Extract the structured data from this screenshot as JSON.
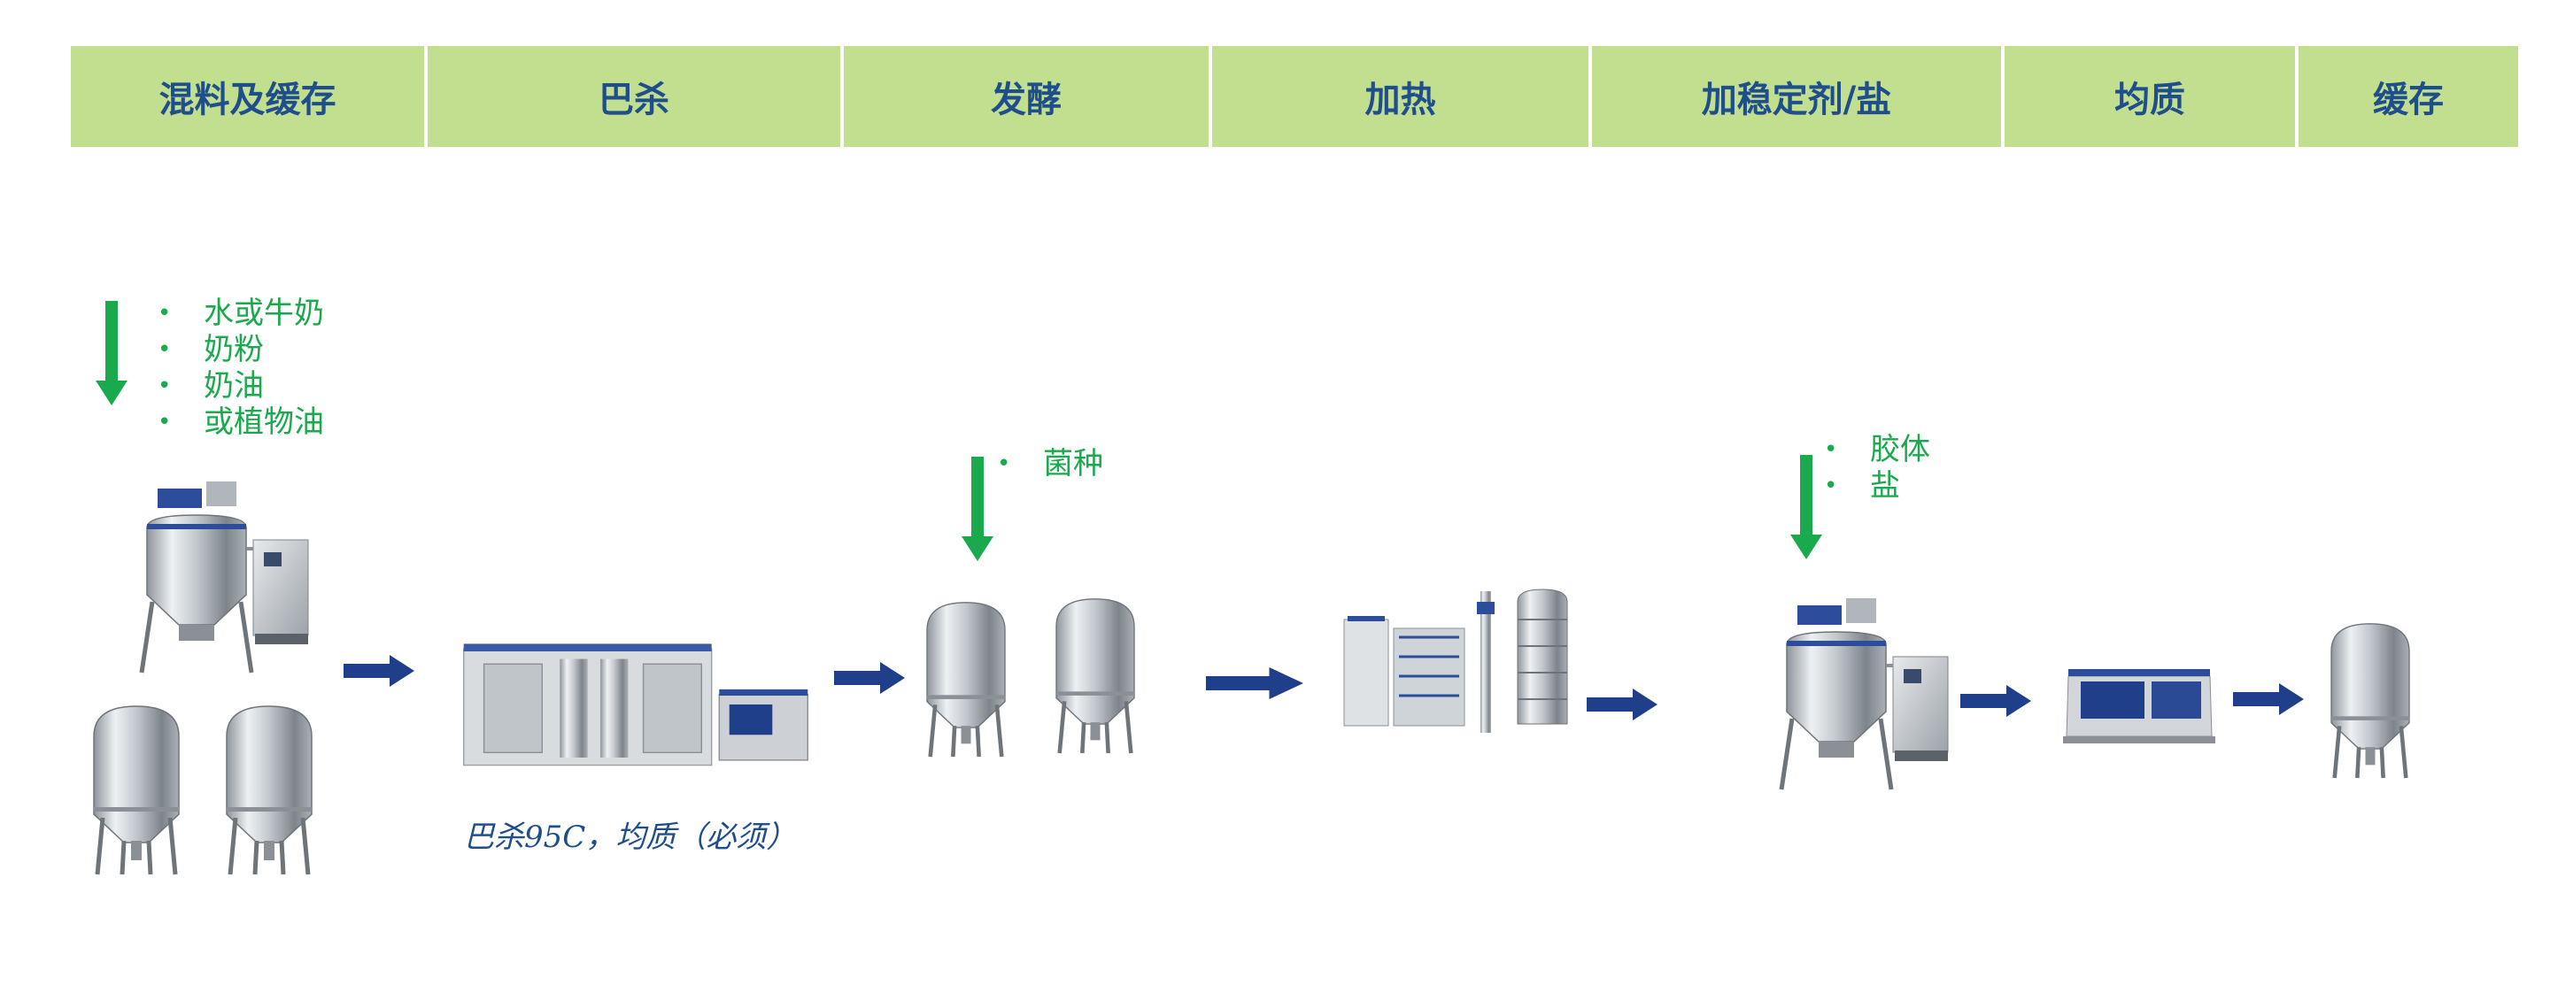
{
  "stages": [
    "混料及缓存",
    "巴杀",
    "发酵",
    "加热",
    "加稳定剂/盐",
    "均质",
    "缓存"
  ],
  "additions": {
    "mixing": [
      "水或牛奶",
      "奶粉",
      "奶油",
      "或植物油"
    ],
    "fermentation": [
      "菌种"
    ],
    "stabilizer": [
      "胶体",
      "盐"
    ]
  },
  "notes": {
    "pasteurization": "巴杀95C，均质（必须）"
  },
  "colors": {
    "stage_bg": "#c1df8f",
    "stage_text": "#1f4e8c",
    "add_arrow": "#1aaa4d",
    "flow_arrow": "#1f3f8a"
  }
}
